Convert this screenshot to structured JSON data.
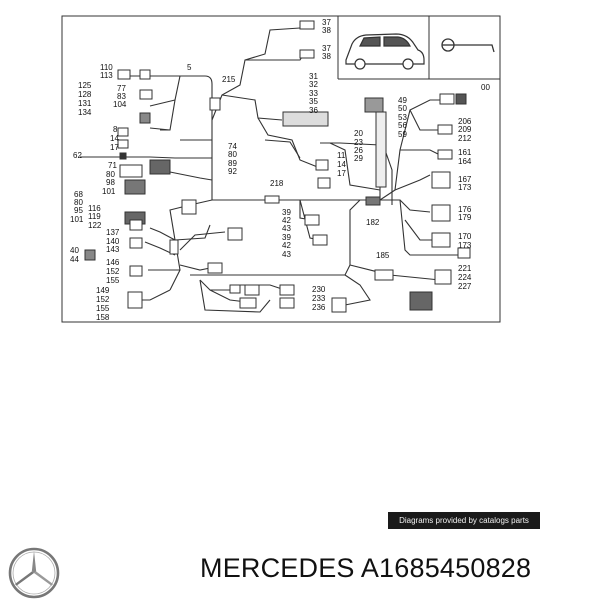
{
  "diagram": {
    "labels": {
      "l37": "37",
      "l38": "38",
      "l38b": "38",
      "l37b": "37",
      "l5": "5",
      "l110": "110",
      "l113": "113",
      "l215": "215",
      "l31": "31",
      "l32": "32",
      "l33": "33",
      "l35": "35",
      "l36": "36",
      "l125": "125",
      "l128": "128",
      "l131": "131",
      "l134": "134",
      "l77": "77",
      "l83": "83",
      "l104": "104",
      "l8": "8",
      "l14": "14",
      "l17": "17",
      "l62": "62",
      "l74": "74",
      "l80": "80",
      "l89": "89",
      "l92": "92",
      "l71": "71",
      "l80b": "80",
      "l98": "98",
      "l101": "101",
      "l20": "20",
      "l23": "23",
      "l26": "26",
      "l29": "29",
      "l11": "11",
      "l14b": "14",
      "l17b": "17",
      "l49": "49",
      "l50": "50",
      "l53": "53",
      "l56": "56",
      "l59": "59",
      "l00": "00",
      "l206": "206",
      "l209": "209",
      "l212": "212",
      "l161": "161",
      "l164": "164",
      "l68": "68",
      "l80c": "80",
      "l95": "95",
      "l101b": "101",
      "l218": "218",
      "l167": "167",
      "l173": "173",
      "l116": "116",
      "l119": "119",
      "l122": "122",
      "l39": "39",
      "l42": "42",
      "l43": "43",
      "l182": "182",
      "l176": "176",
      "l179": "179",
      "l137": "137",
      "l140": "140",
      "l143": "143",
      "l39b": "39",
      "l42b": "42",
      "l43b": "43",
      "l170": "170",
      "l173b": "173",
      "l40": "40",
      "l44": "44",
      "l146": "146",
      "l152": "152",
      "l155": "155",
      "l185": "185",
      "l221": "221",
      "l224": "224",
      "l227": "227",
      "l149": "149",
      "l152b": "152",
      "l155b": "155",
      "l158": "158",
      "l230": "230",
      "l233": "233",
      "l236": "236"
    }
  },
  "credit_text": "Diagrams provided by catalogs parts",
  "brand": "MERCEDES",
  "part_number": "A1685450828",
  "colors": {
    "line": "#333333",
    "text": "#111111",
    "credit_bg": "#1a1a1a"
  }
}
